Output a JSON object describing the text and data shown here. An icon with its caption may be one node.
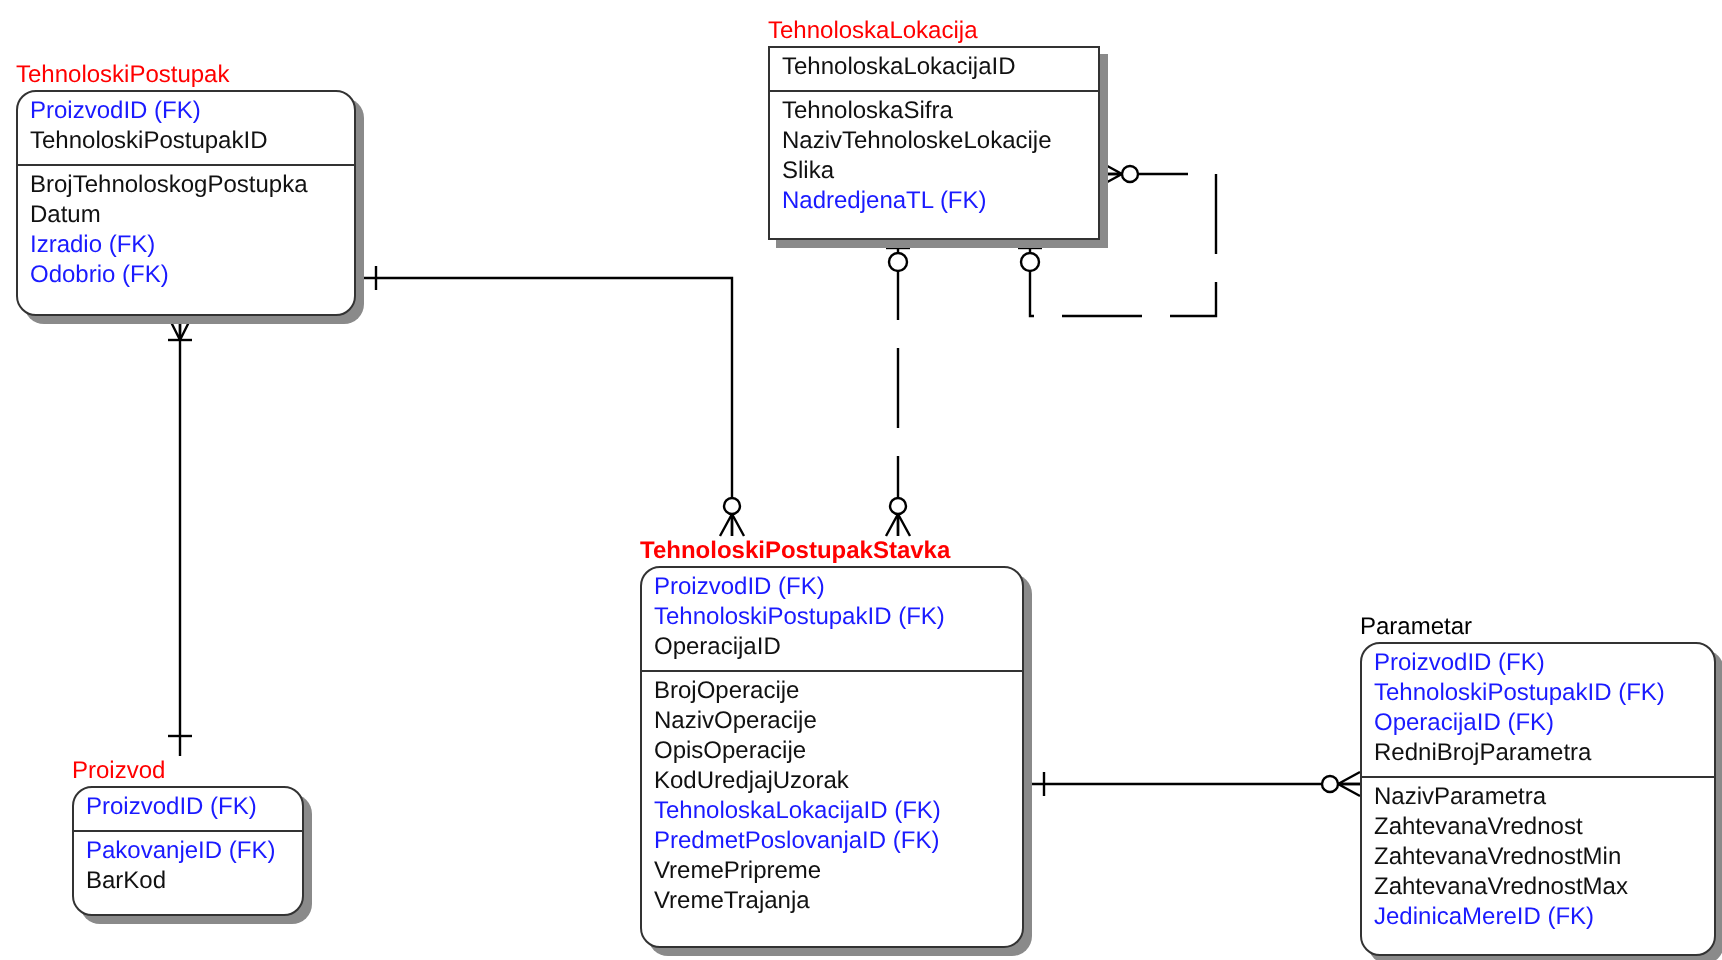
{
  "diagram": {
    "nodes": [
      {
        "text": [
          "TehnoloskiPostupak",
          "ProizvodID (FK)",
          "TehnoloskiPostupakID",
          "BrojTehnoloskogPostupka",
          "Datum",
          "Izradio (FK)",
          "Odobrio (FK)"
        ]
      },
      {
        "text": [
          "TehnoloskaLokacija",
          "TehnoloskaLokacijaID",
          "TehnoloskaSifra",
          "NazivTehnoloskeLokacije",
          "Slika",
          "NadredjenaTL (FK)"
        ]
      },
      {
        "text": [
          "TehnoloskiPostupakStavka",
          "ProizvodID (FK)",
          "TehnoloskiPostupakID (FK)",
          "OperacijaID",
          "BrojOperacije",
          "NazivOperacije",
          "OpisOperacije",
          "KodUredjajUzorak",
          "TehnoloskaLokacijaID (FK)",
          "PredmetPoslovanjaID (FK)",
          "VremePripreme",
          "VremeTrajanja"
        ]
      },
      {
        "text": [
          "Proizvod",
          "ProizvodID (FK)",
          "PakovanjeID (FK)",
          "BarKod"
        ]
      },
      {
        "text": [
          "Parametar",
          "ProizvodID (FK)",
          "TehnoloskiPostupakID (FK)",
          "OperacijaID (FK)",
          "RedniBrojParametra",
          "NazivParametra",
          "ZahtevanaVrednost",
          "ZahtevanaVrednostMin",
          "ZahtevanaVrednostMax",
          "JedinicaMereID (FK)"
        ]
      }
    ],
    "edges": [
      {
        "from": 3,
        "to": 0,
        "arrow": "other"
      },
      {
        "from": 0,
        "to": 2,
        "arrow": "other"
      },
      {
        "from": 1,
        "to": 2,
        "arrow": "other",
        "style": "dashed"
      },
      {
        "from": 1,
        "to": 1,
        "arrow": "other",
        "style": "dashed"
      },
      {
        "from": 2,
        "to": 4,
        "arrow": "other"
      }
    ]
  }
}
